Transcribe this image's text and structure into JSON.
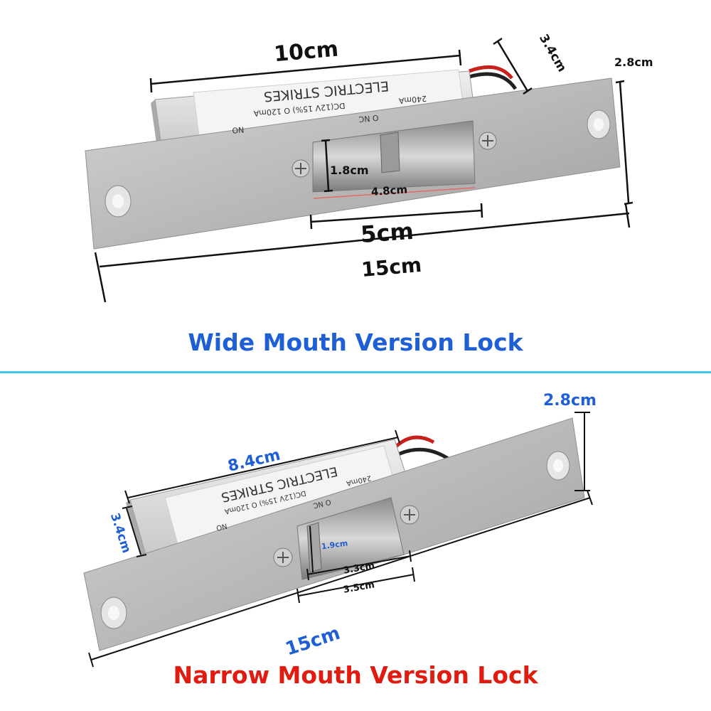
{
  "wide": {
    "caption": "Wide Mouth Version Lock",
    "caption_color": "#1f5fd6",
    "dimensions": {
      "body_length": "10cm",
      "body_height": "3.4cm",
      "plate_width": "2.8cm",
      "mouth_depth": "1.8cm",
      "mouth_inner": "4.8cm",
      "mouth_outer": "5cm",
      "plate_length": "15cm"
    },
    "label": {
      "line1": "ELECTRIC STRIKES",
      "line2": "DC(12V 15%)  O  120mA",
      "line3": "240mA",
      "no": "NO",
      "nc": "O NC"
    }
  },
  "narrow": {
    "caption": "Narrow Mouth Version Lock",
    "caption_color": "#e01b10",
    "dimension_color": "#1f5fd6",
    "dimensions": {
      "plate_width": "2.8cm",
      "body_length": "8.4cm",
      "body_height": "3.4cm",
      "mouth_depth": "1.9cm",
      "mouth_inner": "3.3cm",
      "mouth_outer": "3.5cm",
      "plate_length": "15cm"
    },
    "label": {
      "line1": "ELECTRIC STRIKES",
      "line2": "DC(12V 15%)  O  120mA",
      "line3": "240mA",
      "no": "NO",
      "nc": "O NC"
    }
  },
  "divider_color": "#41c8e8"
}
